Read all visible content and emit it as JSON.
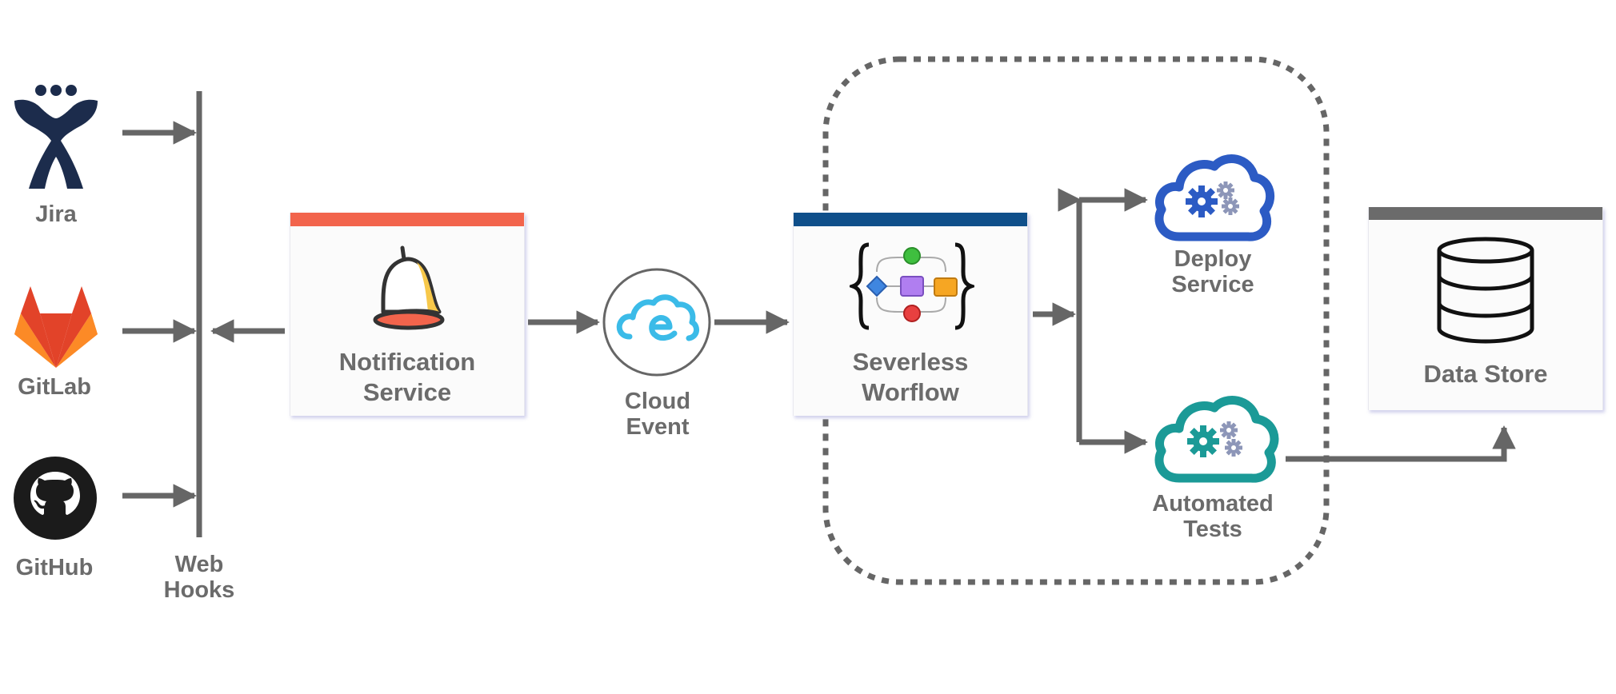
{
  "sources": {
    "jira": "Jira",
    "gitlab": "GitLab",
    "github": "GitHub"
  },
  "webhooks": {
    "line1": "Web",
    "line2": "Hooks"
  },
  "notification_service": {
    "line1": "Notification",
    "line2": "Service",
    "color": "#f2644c"
  },
  "cloud_event": {
    "line1": "Cloud",
    "line2": "Event"
  },
  "serverless_workflow": {
    "line1": "Severless",
    "line2": "Worflow",
    "color": "#0f4f8a"
  },
  "deploy_service": {
    "line1": "Deploy",
    "line2": "Service",
    "color": "#2c5bc4"
  },
  "automated_tests": {
    "line1": "Automated",
    "line2": "Tests",
    "color": "#1b9a97"
  },
  "data_store": {
    "label": "Data Store",
    "color": "#6b6b6b"
  },
  "colors": {
    "arrow": "#666666",
    "text": "#6b6b6b",
    "jira": "#1c2c4c",
    "cloud_event": "#3bbbe8"
  }
}
